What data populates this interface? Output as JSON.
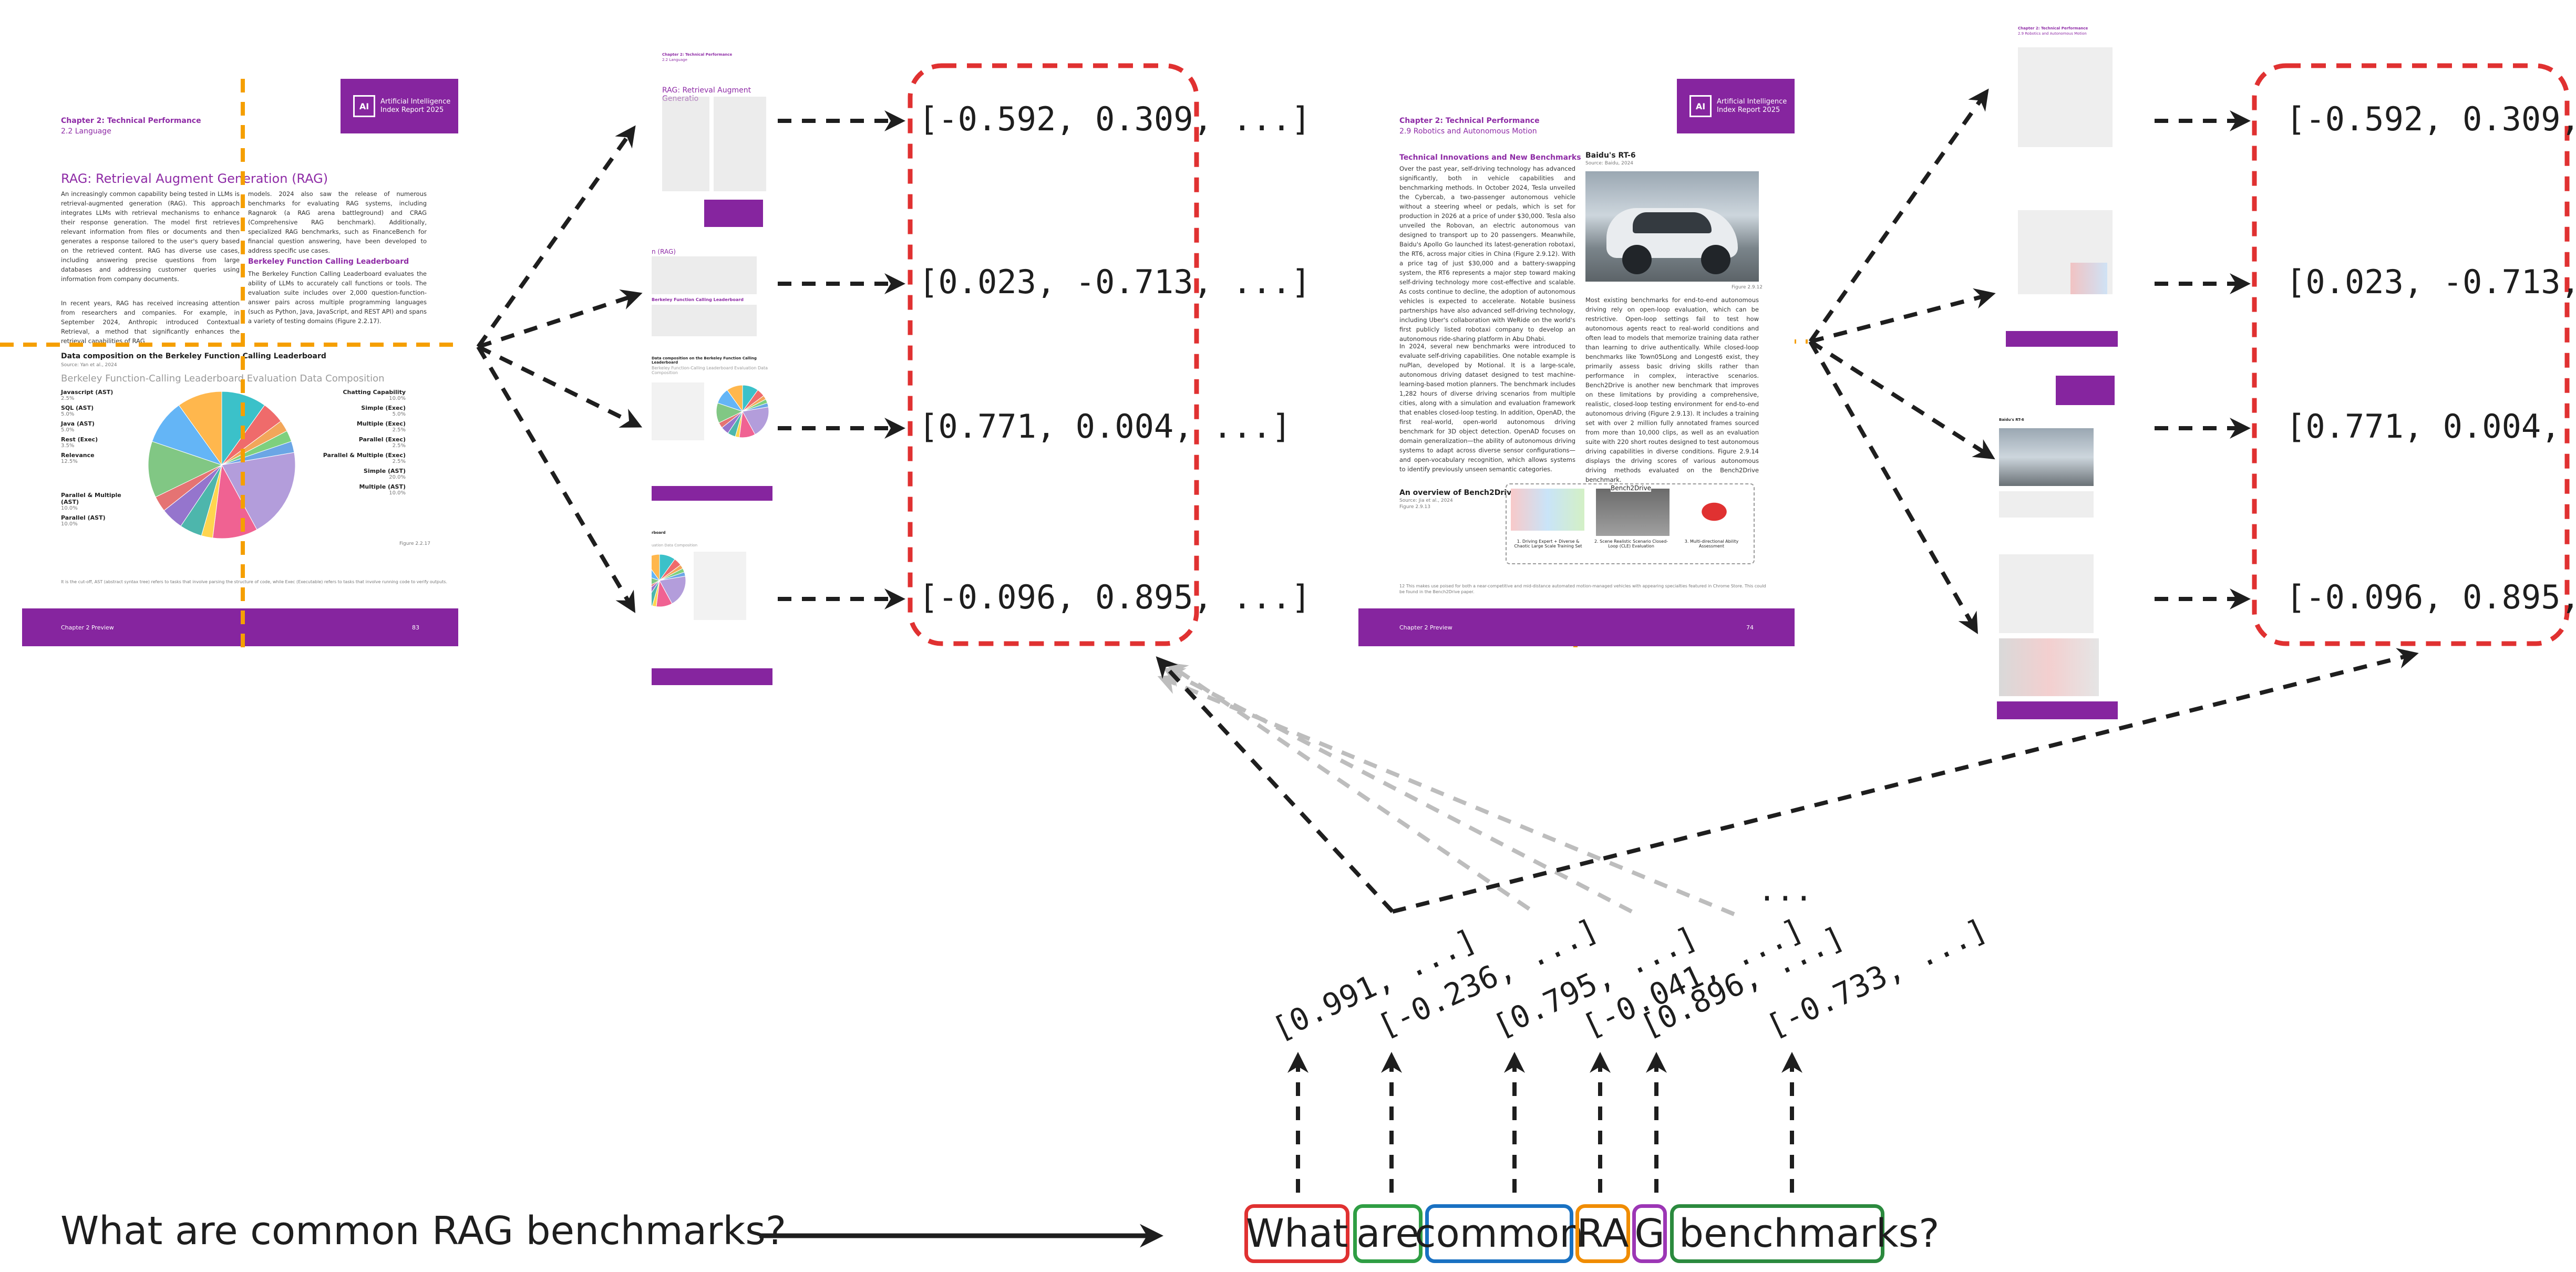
{
  "query": {
    "text": "What are common RAG benchmarks?",
    "tokens": [
      "What",
      "are",
      "common",
      "RA",
      "G",
      "benchmarks?"
    ],
    "token_colors": [
      "#e03131",
      "#2f9e44",
      "#1971c2",
      "#f08c00",
      "#9c36b5",
      "#2b8a3e"
    ]
  },
  "token_vectors": [
    "[0.991, ...]",
    "[-0.236, ...]",
    "[0.795, ...]",
    "[-0.041, ...]",
    "[0.896, ...]",
    "[-0.733, ...]"
  ],
  "ellipsis": "...",
  "patch_vectors_left": [
    "[-0.592, 0.309, ...]",
    "[0.023, -0.713, ...]",
    "[0.771, 0.004, ...]",
    "[-0.096, 0.895, ...]"
  ],
  "patch_vectors_right": [
    "[-0.592, 0.309, ...]",
    "[0.023, -0.713, ...]",
    "[0.771, 0.004, ...]",
    "[-0.096, 0.895, ...]"
  ],
  "colors": {
    "brand": "#86259f",
    "arrow": "#1e1e1e",
    "grid": "#f59f00",
    "box": "#e03131",
    "grey_arrow": "#bdbdbd"
  },
  "doc1": {
    "chapter": "Chapter 2: Technical Performance",
    "section": "2.2 Language",
    "logo_line1": "Artificial Intelligence",
    "logo_line2": "Index Report 2025",
    "heading": "RAG: Retrieval Augment Generation (RAG)",
    "para1": "An increasingly common capability being tested in LLMs is retrieval-augmented generation (RAG). This approach integrates LLMs with retrieval mechanisms to enhance their response generation. The model first retrieves relevant information from files or documents and then generates a response tailored to the user's query based on the retrieved content. RAG has diverse use cases, including answering precise questions from large databases and addressing customer queries using information from company documents.",
    "para2": "In recent years, RAG has received increasing attention from researchers and companies. For example, in September 2024, Anthropic introduced Contextual Retrieval, a method that significantly enhances the retrieval capabilities of RAG",
    "para3": "models. 2024 also saw the release of numerous benchmarks for evaluating RAG systems, including Ragnarok (a RAG arena battleground) and CRAG (Comprehensive RAG benchmark). Additionally, specialized RAG benchmarks, such as FinanceBench for financial question answering, have been developed to address specific use cases.",
    "subheading": "Berkeley Function Calling Leaderboard",
    "para4": "The Berkeley Function Calling Leaderboard evaluates the ability of LLMs to accurately call functions or tools. The evaluation suite includes over 2,000 question-function-answer pairs across multiple programming languages (such as Python, Java, JavaScript, and REST API) and spans a variety of testing domains (Figure 2.2.17).",
    "chart_label": "Data composition on the Berkeley Function Calling Leaderboard",
    "chart_source": "Source: Yan et al., 2024",
    "chart_title": "Berkeley Function-Calling Leaderboard Evaluation Data Composition",
    "figure": "Figure 2.2.17",
    "footnote": "It is the cut-off, AST (abstract syntax tree) refers to tasks that involve parsing the structure of code, while Exec (Executable) refers to tasks that involve running code to verify outputs.",
    "footer_left": "Chapter 2 Preview",
    "footer_right": "83",
    "legend_left": [
      {
        "label": "Javascript (AST)",
        "pct": "2.5%"
      },
      {
        "label": "SQL (AST)",
        "pct": "5.0%"
      },
      {
        "label": "Java (AST)",
        "pct": "5.0%"
      },
      {
        "label": "Rest (Exec)",
        "pct": "3.5%"
      },
      {
        "label": "Relevance",
        "pct": "12.5%"
      },
      {
        "label": "Parallel & Multiple (AST)",
        "pct": "10.0%"
      },
      {
        "label": "Parallel (AST)",
        "pct": "10.0%"
      }
    ],
    "legend_right": [
      {
        "label": "Chatting Capability",
        "pct": "10.0%"
      },
      {
        "label": "Simple (Exec)",
        "pct": "5.0%"
      },
      {
        "label": "Multiple (Exec)",
        "pct": "2.5%"
      },
      {
        "label": "Parallel (Exec)",
        "pct": "2.5%"
      },
      {
        "label": "Parallel & Multiple (Exec)",
        "pct": "2.5%"
      },
      {
        "label": "Simple (AST)",
        "pct": "20.0%"
      },
      {
        "label": "Multiple (AST)",
        "pct": "10.0%"
      }
    ]
  },
  "doc1_tiles": {
    "tile1_chapter": "Chapter 2: Technical Performance",
    "tile1_section": "2.2 Language",
    "tile1_heading": "RAG: Retrieval Augment Generatio",
    "tile2_heading": "n (RAG)",
    "tile2_sub": "Berkeley Function Calling Leaderboard",
    "tile3_label": "Data composition on the Berkeley Function Calling Leaderboard",
    "tile3_title": "Berkeley Function-Calling Leaderboard Evaluation Data Composition",
    "tile4_label": "rboard",
    "tile4_title": "uation Data Composition"
  },
  "doc2": {
    "chapter": "Chapter 2: Technical Performance",
    "section": "2.9 Robotics and Autonomous Motion",
    "logo_line1": "Artificial Intelligence",
    "logo_line2": "Index Report 2025",
    "heading": "Technical Innovations and New Benchmarks",
    "para1": "Over the past year, self-driving technology has advanced significantly, both in vehicle capabilities and benchmarking methods. In October 2024, Tesla unveiled the Cybercab, a two-passenger autonomous vehicle without a steering wheel or pedals, which is set for production in 2026 at a price of under $30,000. Tesla also unveiled the Robovan, an electric autonomous van designed to transport up to 20 passengers. Meanwhile, Baidu's Apollo Go launched its latest-generation robotaxi, the RT6, across major cities in China (Figure 2.9.12). With a price tag of just $30,000 and a battery-swapping system, the RT6 represents a major step toward making self-driving technology more cost-effective and scalable. As costs continue to decline, the adoption of autonomous vehicles is expected to accelerate. Notable business partnerships have also advanced self-driving technology, including Uber's collaboration with WeRide on the world's first publicly listed robotaxi company to develop an autonomous ride-sharing platform in Abu Dhabi.",
    "para2": "In 2024, several new benchmarks were introduced to evaluate self-driving capabilities. One notable example is nuPlan, developed by Motional. It is a large-scale, autonomous driving dataset designed to test machine-learning-based motion planners. The benchmark includes 1,282 hours of diverse driving scenarios from multiple cities, along with a simulation and evaluation framework that enables closed-loop testing. In addition, OpenAD, the first real-world, open-world autonomous driving benchmark for 3D object detection. OpenAD focuses on domain generalization—the ability of autonomous driving systems to adapt across diverse sensor configurations—and open-vocabulary recognition, which allows systems to identify previously unseen semantic categories.",
    "car_title": "Baidu's RT-6",
    "car_source": "Source: Baidu, 2024",
    "car_figure": "Figure 2.9.12",
    "para3": "Most existing benchmarks for end-to-end autonomous driving rely on open-loop evaluation, which can be restrictive. Open-loop settings fail to test how autonomous agents react to real-world conditions and often lead to models that memorize training data rather than learning to drive authentically. While closed-loop benchmarks like Town05Long and Longest6 exist, they primarily assess basic driving skills rather than performance in complex, interactive scenarios. Bench2Drive is another new benchmark that improves on these limitations by providing a comprehensive, realistic, closed-loop testing environment for end-to-end autonomous driving (Figure 2.9.13). It includes a training set with over 2 million fully annotated frames sourced from more than 10,000 clips, as well as an evaluation suite with 220 short routes designed to test autonomous driving capabilities in diverse conditions. Figure 2.9.14 displays the driving scores of various autonomous driving methods evaluated on the Bench2Drive benchmark.",
    "overview_title": "An overview of Bench2Drive",
    "overview_source": "Source: Jia et al., 2024",
    "overview_figure": "Figure 2.9.13",
    "cap1": "1. Driving Expert + Diverse & Chaotic Large Scale Training Set",
    "cap2": "2. Scene Realistic Scenario Closed-Loop (CLE) Evaluation",
    "cap3": "3. Multi-directional Ability Assessment",
    "fig_center_label": "Bench2Drive",
    "footnote": "12 This makes use poised for both a near-competitive and mid-distance automated motion-managed vehicles with appearing specialties featured in Chrome Store. This could be found in the Bench2Drive paper.",
    "footer_left": "Chapter 2 Preview",
    "footer_right": "74"
  },
  "doc2_tiles": {
    "tile1_chapter": "Chapter 2: Technical Performance",
    "tile1_section": "2.9 Robotics and Autonomous Motion",
    "tile3_car_title": "Baidu's RT-6"
  },
  "logo_mark": "AI"
}
